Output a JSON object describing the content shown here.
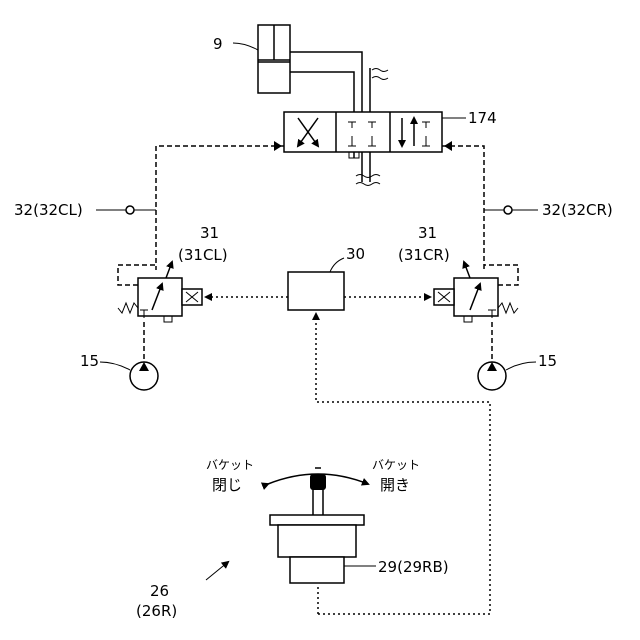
{
  "labels": {
    "cylinder": "9",
    "control_valve": "174",
    "sensor_left": "32(32CL)",
    "sensor_right": "32(32CR)",
    "prop_valve_left_num": "31",
    "prop_valve_left_sub": "(31CL)",
    "prop_valve_right_num": "31",
    "prop_valve_right_sub": "(31CR)",
    "controller": "30",
    "pump_left": "15",
    "pump_right": "15",
    "bucket_close_top": "バケット",
    "bucket_close_bottom": "閉じ",
    "bucket_open_top": "バケット",
    "bucket_open_bottom": "開き",
    "lever_sensor": "29(29RB)",
    "lever_device_num": "26",
    "lever_device_sub": "(26R)"
  }
}
